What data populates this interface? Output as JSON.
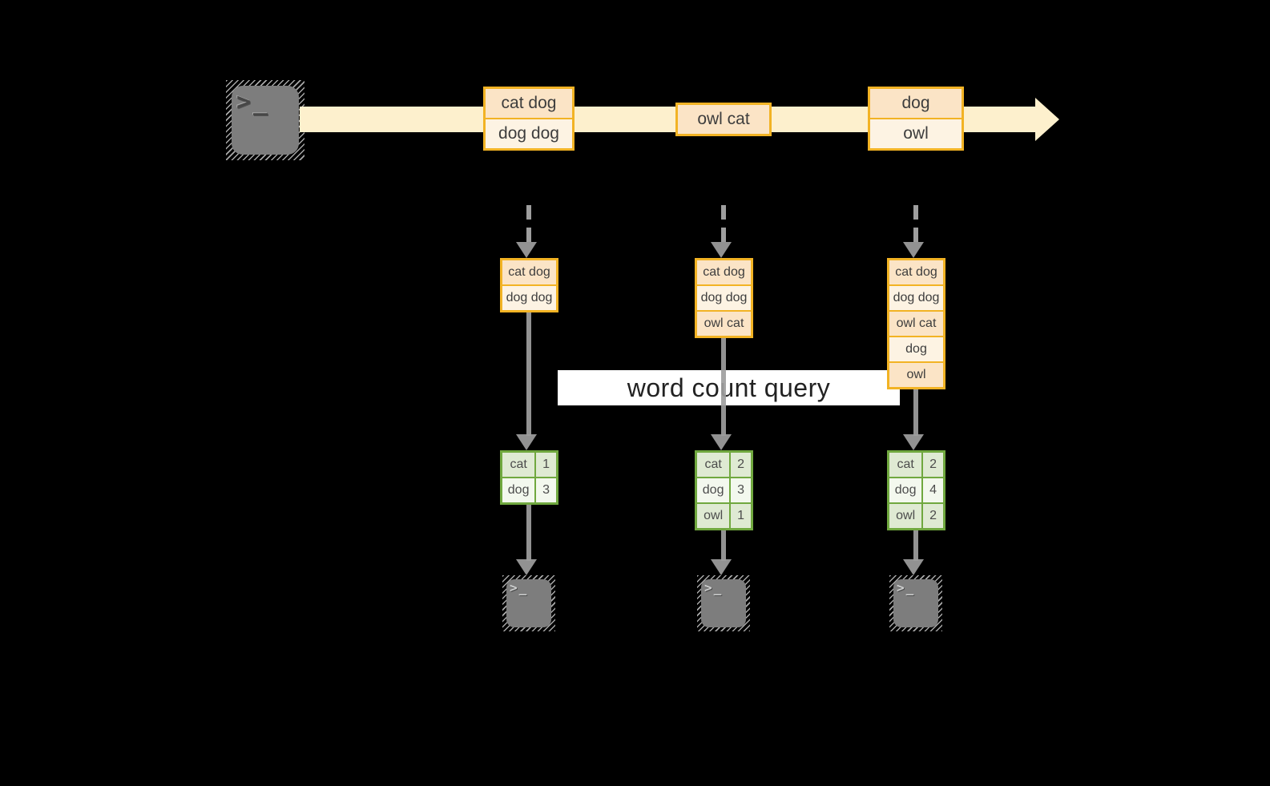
{
  "colors": {
    "background": "#000000",
    "stream_fill": "#fdf0cd",
    "box_border": "#f2b324",
    "cell_dark": "#fbe4c6",
    "cell_light": "#fdf3e3",
    "table_border": "#70a83f",
    "table_row_tint": "#dfead3",
    "table_row_pale": "#f3f8ee",
    "arrow_gray": "#9e9e9e",
    "banner_bg": "#ffffff",
    "text_dark": "#3d3d3d",
    "terminal_gray": "#7d7d7d"
  },
  "icons": {
    "terminal_prompt_glyph": ">_"
  },
  "stream": {
    "boxes": [
      {
        "rows": [
          "cat dog",
          "dog dog"
        ]
      },
      {
        "rows": [
          "owl cat"
        ]
      },
      {
        "rows": [
          "dog",
          "owl"
        ]
      }
    ]
  },
  "query_banner": {
    "label": "word count query"
  },
  "columns": [
    {
      "stack_rows": [
        "cat dog",
        "dog dog"
      ],
      "table_rows": [
        {
          "word": "cat",
          "count": "1"
        },
        {
          "word": "dog",
          "count": "3"
        }
      ]
    },
    {
      "stack_rows": [
        "cat dog",
        "dog dog",
        "owl cat"
      ],
      "table_rows": [
        {
          "word": "cat",
          "count": "2"
        },
        {
          "word": "dog",
          "count": "3"
        },
        {
          "word": "owl",
          "count": "1"
        }
      ]
    },
    {
      "stack_rows": [
        "cat dog",
        "dog dog",
        "owl cat",
        "dog",
        "owl"
      ],
      "table_rows": [
        {
          "word": "cat",
          "count": "2"
        },
        {
          "word": "dog",
          "count": "4"
        },
        {
          "word": "owl",
          "count": "2"
        }
      ]
    }
  ]
}
